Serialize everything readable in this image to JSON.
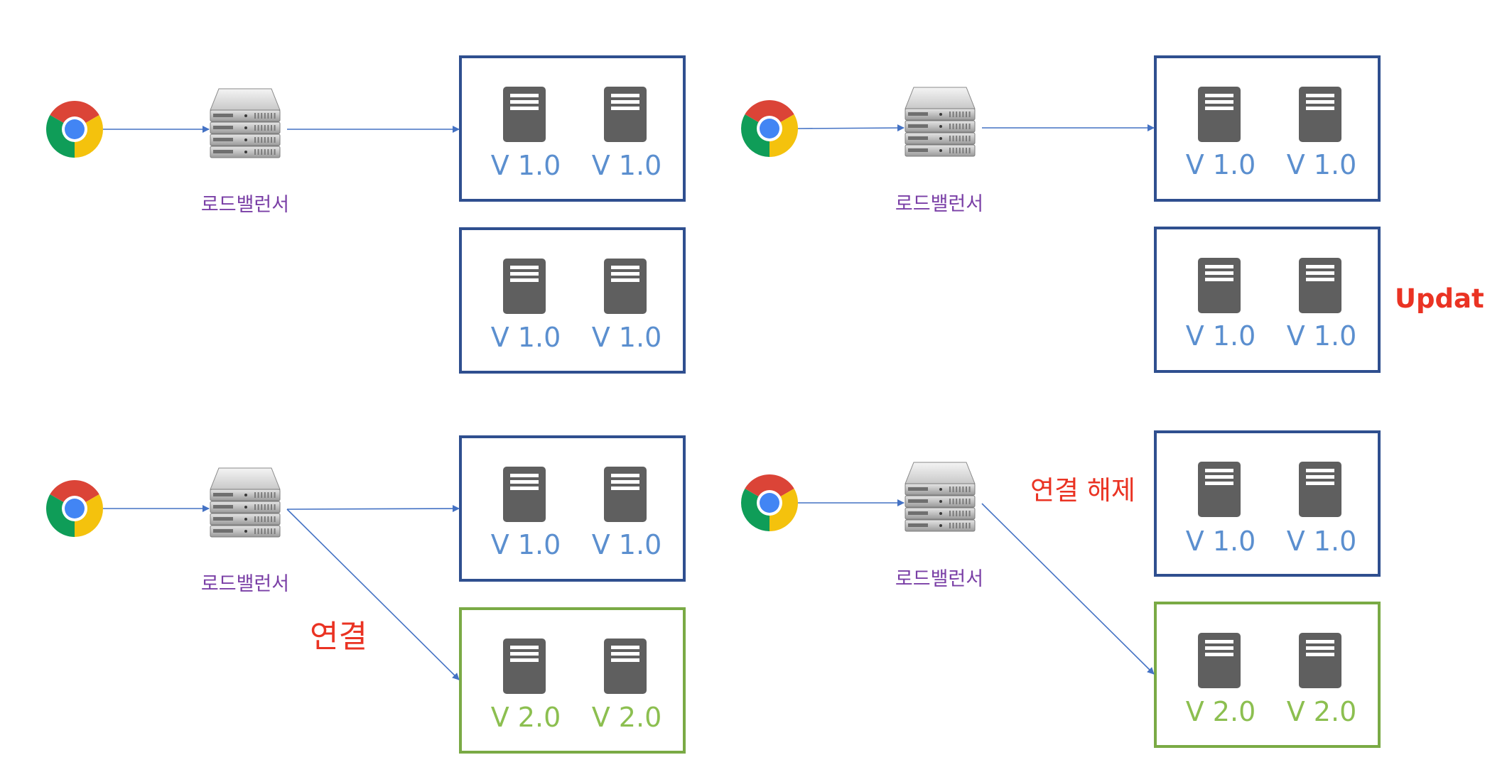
{
  "colors": {
    "arrow": "#4472c4",
    "box_v1": "#2f4f8f",
    "box_v2": "#7aaa45",
    "text_v1": "#5b8fcf",
    "text_v2": "#8cbf50",
    "annotation": "#ea3323",
    "lb_label": "#7a3fa6"
  },
  "icons": {
    "client": "chrome-browser-icon",
    "load_balancer": "server-rack-icon",
    "instance": "server-icon"
  },
  "panels": [
    {
      "lb_label": "로드밸런서",
      "groups": [
        {
          "versions": [
            "V 1.0",
            "V 1.0"
          ],
          "kind": "v1",
          "connected": true
        },
        {
          "versions": [
            "V 1.0",
            "V 1.0"
          ],
          "kind": "v1",
          "connected": false
        }
      ]
    },
    {
      "lb_label": "로드밸런서",
      "annotation": "Update",
      "groups": [
        {
          "versions": [
            "V 1.0",
            "V 1.0"
          ],
          "kind": "v1",
          "connected": true
        },
        {
          "versions": [
            "V 1.0",
            "V 1.0"
          ],
          "kind": "v1",
          "connected": false
        }
      ]
    },
    {
      "lb_label": "로드밸런서",
      "annotation": "연결",
      "groups": [
        {
          "versions": [
            "V 1.0",
            "V 1.0"
          ],
          "kind": "v1",
          "connected": true
        },
        {
          "versions": [
            "V 2.0",
            "V 2.0"
          ],
          "kind": "v2",
          "connected": true
        }
      ]
    },
    {
      "lb_label": "로드밸런서",
      "annotation": "연결 해제",
      "groups": [
        {
          "versions": [
            "V 1.0",
            "V 1.0"
          ],
          "kind": "v1",
          "connected": false
        },
        {
          "versions": [
            "V 2.0",
            "V 2.0"
          ],
          "kind": "v2",
          "connected": true
        }
      ]
    }
  ]
}
